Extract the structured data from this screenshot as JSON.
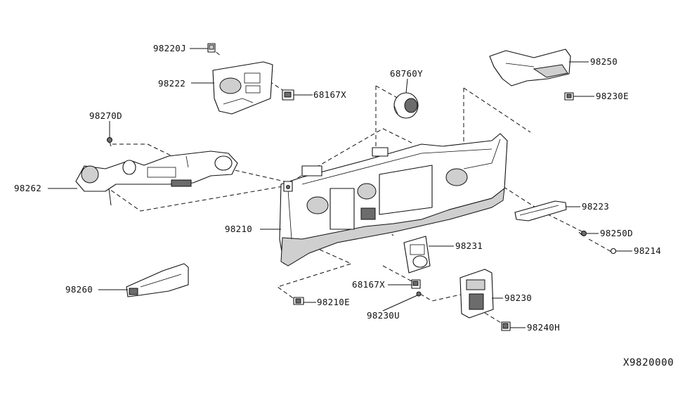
{
  "diagram_ref": "X9820000",
  "part_labels": {
    "p98220J": "98220J",
    "p98222": "98222",
    "p68167X_top": "68167X",
    "p98270D": "98270D",
    "p98262": "98262",
    "p98210": "98210",
    "p98260": "98260",
    "p68760Y": "68760Y",
    "p98250": "98250",
    "p98230E": "98230E",
    "p98223": "98223",
    "p98250D": "98250D",
    "p98214": "98214",
    "p98231": "98231",
    "p68167X_bottom": "68167X",
    "p98230U": "98230U",
    "p98230": "98230",
    "p98210E": "98210E",
    "p98240H": "98240H"
  }
}
